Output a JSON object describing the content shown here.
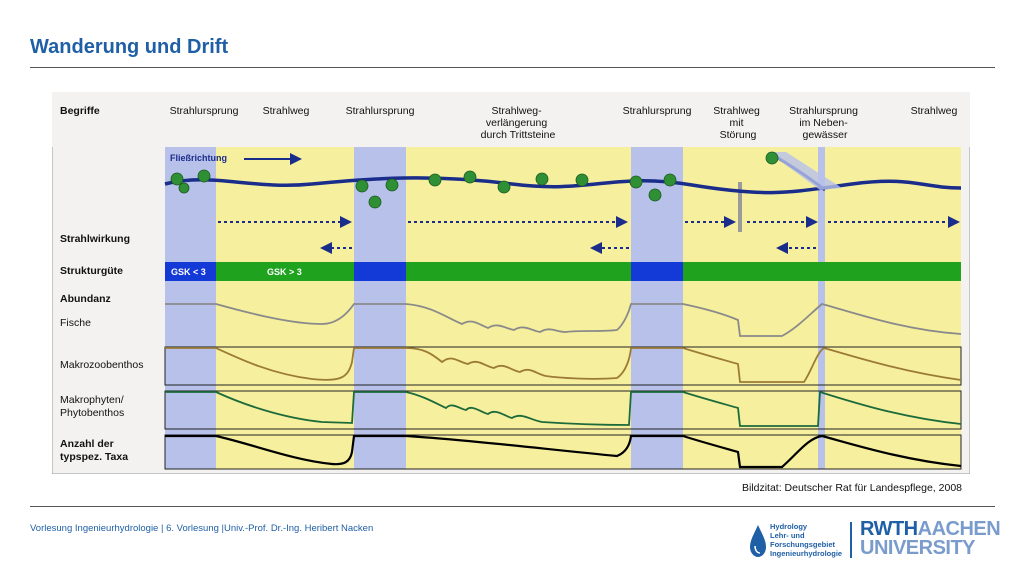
{
  "slide": {
    "title": "Wanderung und Drift",
    "credit_label": "Bildzitat:",
    "credit_text": "Deutscher Rat für Landespflege, 2008",
    "footer": "Vorlesung Ingenieurhydrologie | 6. Vorlesung |Univ.-Prof. Dr.-Ing. Heribert Nacken"
  },
  "logos": {
    "hydrology": [
      "Hydrology",
      "Lehr- und",
      "Forschungsgebiet",
      "Ingenieurhydrologie"
    ],
    "rwth_a": "RWTH",
    "rwth_b": "AACHEN",
    "rwth_c": "UNIVERSITY"
  },
  "diagram": {
    "row_labels": {
      "begriffe": "Begriffe",
      "strahlwirkung": "Strahlwirkung",
      "strukturguete": "Strukturgüte",
      "abundanz": "Abundanz",
      "fische": "Fische",
      "makrozoo": "Makrozoobenthos",
      "makrophyten": [
        "Makrophyten/",
        "Phytobenthos"
      ],
      "taxa": [
        "Anzahl der",
        "typspez. Taxa"
      ]
    },
    "column_headers": {
      "h1": [
        "Strahlursprung"
      ],
      "h2": [
        "Strahlweg"
      ],
      "h3": [
        "Strahlursprung"
      ],
      "h4": [
        "Strahlweg-",
        "verlängerung",
        "durch Trittsteine"
      ],
      "h5": [
        "Strahlursprung"
      ],
      "h6": [
        "Strahlweg",
        "mit",
        "Störung"
      ],
      "h7": [
        "Strahlursprung",
        "im Neben-",
        "gewässer"
      ],
      "h8": [
        "Strahlweg"
      ]
    },
    "flow_label": "Fließrichtung",
    "gsk_low": "GSK < 3",
    "gsk_high": "GSK > 3",
    "colors": {
      "yellow": "#f6ef9e",
      "blue_zone": "#b7c1ea",
      "green_band": "#1fa31f",
      "blue_band": "#1339d6",
      "river": "#1a2d8a",
      "fish": "#8a8a8a",
      "makrozoo": "#9c7b37",
      "makrophyten": "#1d6b3a",
      "taxa": "#000000"
    }
  }
}
